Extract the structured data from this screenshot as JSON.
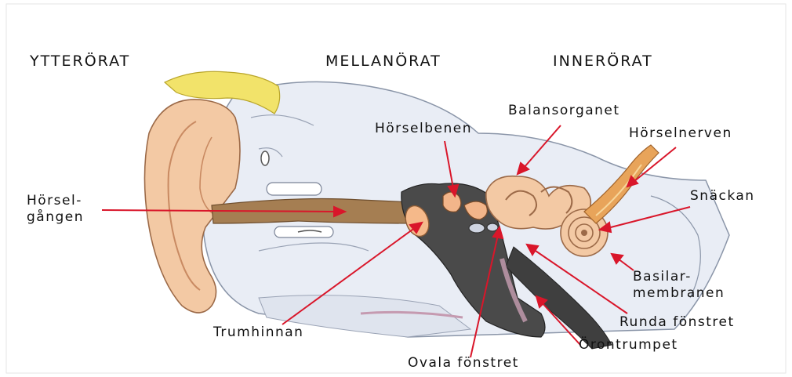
{
  "sections": {
    "outer": "YTTERÖRAT",
    "middle": "MELLANÖRAT",
    "inner": "INNERÖRAT"
  },
  "labels": {
    "balansorganet": "Balansorganet",
    "horselbenen": "Hörselbenen",
    "horselnerven": "Hörselnerven",
    "horselgangen_line1": "Hörsel-",
    "horselgangen_line2": "gången",
    "snackan": "Snäckan",
    "basilar_line1": "Basilar-",
    "basilar_line2": "membranen",
    "runda_fonstret": "Runda fönstret",
    "trumhinnan": "Trumhinnan",
    "orontrumpet": "Örontrumpet",
    "ovala_fonstret": "Ovala fönstret"
  },
  "colors": {
    "arrow": "#d9162a",
    "skin": "#f3c9a4",
    "skin_dark": "#c98a62",
    "hair": "#f2e36a",
    "bone": "#4a4a4a",
    "canal": "#a57e52",
    "bg_tissue": "#e8ecf4"
  }
}
